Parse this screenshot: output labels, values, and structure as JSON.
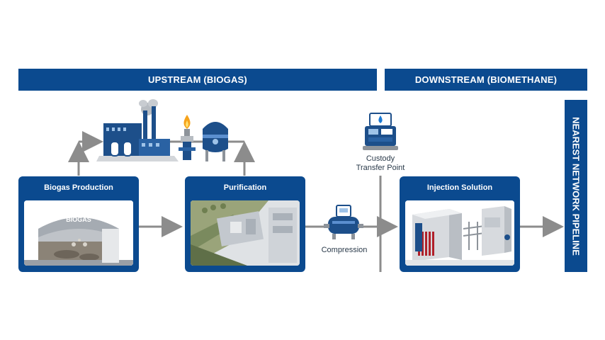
{
  "banners": {
    "upstream": "UPSTREAM (BIOGAS)",
    "downstream": "DOWNSTREAM (BIOMETHANE)",
    "network": "NEAREST NETWORK PIPELINE"
  },
  "stages": {
    "biogas_production": {
      "title": "Biogas Production",
      "tank_label": "BIOGAS"
    },
    "purification": {
      "title": "Purification"
    },
    "injection": {
      "title": "Injection Solution"
    }
  },
  "labels": {
    "compression": "Compression",
    "custody_line1": "Custody",
    "custody_line2": "Transfer Point"
  },
  "icons": [
    "factory-icon",
    "flare-icon",
    "storage-tank-icon",
    "meter-icon",
    "compressor-icon"
  ],
  "colors": {
    "brand_blue": "#0b4a8f",
    "arrow_gray": "#8c8c8c"
  }
}
